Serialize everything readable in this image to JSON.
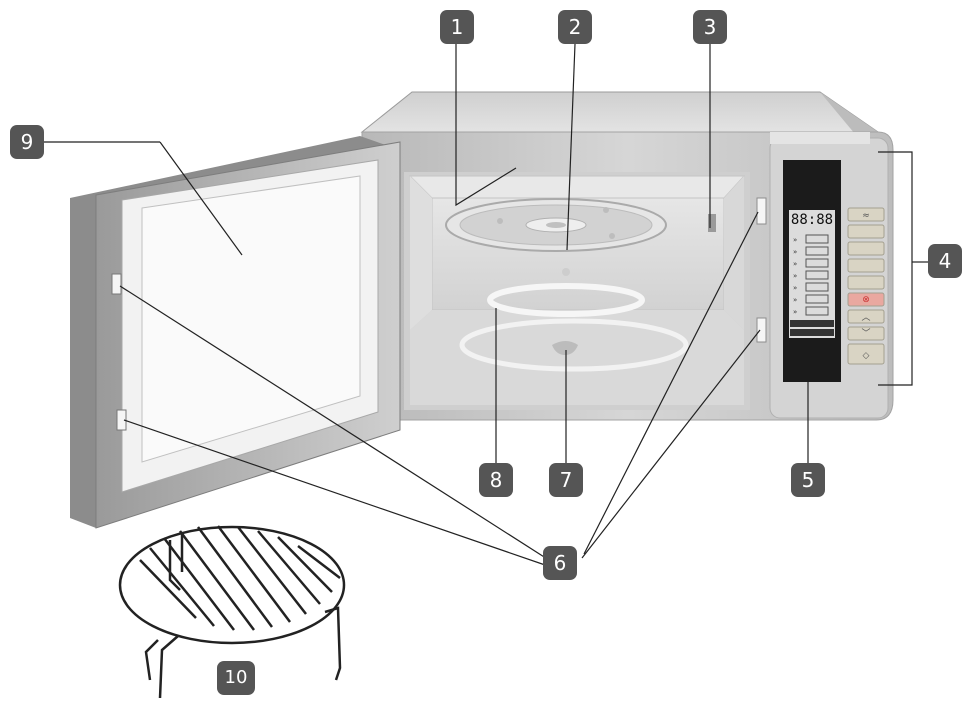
{
  "display": {
    "time": "88:88"
  },
  "callouts": [
    {
      "id": "1",
      "label": "1"
    },
    {
      "id": "2",
      "label": "2"
    },
    {
      "id": "3",
      "label": "3"
    },
    {
      "id": "4",
      "label": "4"
    },
    {
      "id": "5",
      "label": "5"
    },
    {
      "id": "6",
      "label": "6"
    },
    {
      "id": "7",
      "label": "7"
    },
    {
      "id": "8",
      "label": "8"
    },
    {
      "id": "9",
      "label": "9"
    },
    {
      "id": "10",
      "label": "10"
    }
  ],
  "colors": {
    "callout_bg": "#555555",
    "body": "#c9c9c9",
    "panel": "#1b1b1b",
    "door_frame": "#8a8a8a",
    "button": "#d9d4c4",
    "stop_button": "#e9a8a0"
  }
}
